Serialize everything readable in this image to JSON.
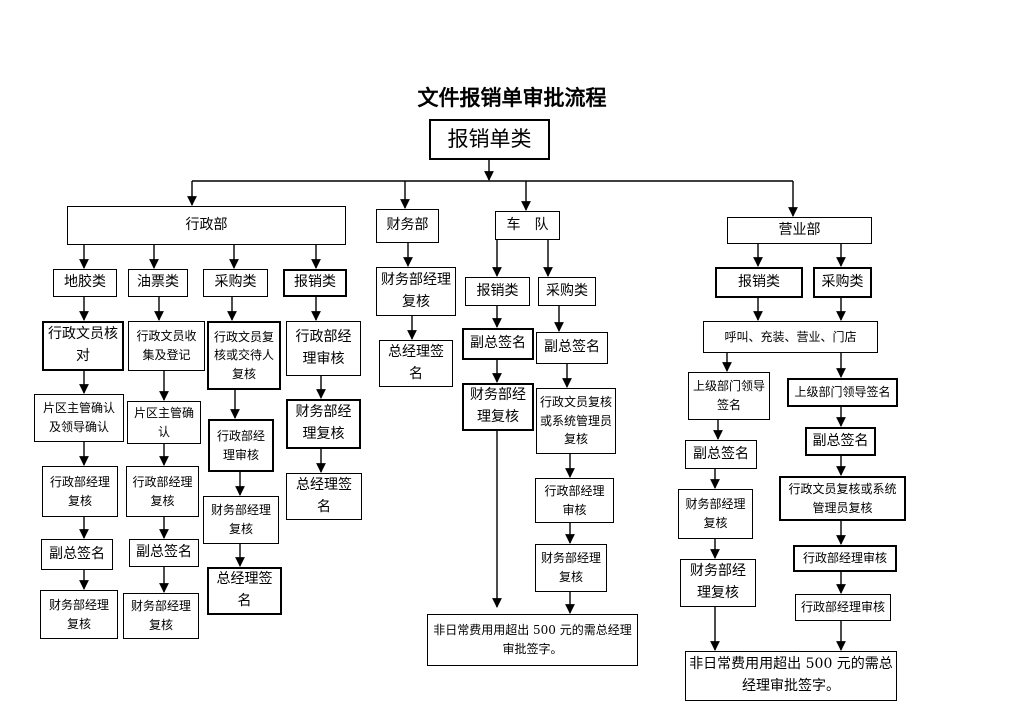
{
  "title": "文件报销单审批流程",
  "root": "报销单类",
  "depts": {
    "admin": "行政部",
    "finance": "财务部",
    "fleet": "车　队",
    "sales": "营业部"
  },
  "admin": {
    "c1": {
      "head": "地胶类",
      "s1": "行政文员核对",
      "s2": "片区主管确认及领导确认",
      "s3": "行政部经理复核",
      "s4": "副总签名",
      "s5": "财务部经理复核"
    },
    "c2": {
      "head": "油票类",
      "s1": "行政文员收集及登记",
      "s2": "片区主管确认",
      "s3": "行政部经理复核",
      "s4": "副总签名",
      "s5": "财务部经理复核"
    },
    "c3": {
      "head": "采购类",
      "s1": "行政文员复核或交待人复核",
      "s2": "行政部经理审核",
      "s3": "财务部经理复核",
      "s4": "总经理签名"
    },
    "c4": {
      "head": "报销类",
      "s1": "行政部经理审核",
      "s2": "财务部经理复核",
      "s3": "总经理签名"
    }
  },
  "finance": {
    "s1": "财务部经理复核",
    "s2": "总经理签名"
  },
  "fleet": {
    "c1": {
      "head": "报销类",
      "s1": "副总签名",
      "s2": "财务部经理复核"
    },
    "c2": {
      "head": "采购类",
      "s1": "副总签名",
      "s2": "行政文员复核或系统管理员复核",
      "s3": "行政部经理审核",
      "s4": "财务部经理复核"
    },
    "note": "非日常费用用超出 500 元的需总经理审批签字。"
  },
  "sales": {
    "c1": {
      "head": "报销类"
    },
    "c2": {
      "head": "采购类"
    },
    "merge": "呼叫、充装、营业、门店",
    "left": {
      "s1": "上级部门领导签名",
      "s2": "副总签名",
      "s3": "财务部经理复核",
      "s4": "财务部经理复核"
    },
    "right": {
      "s1": "上级部门领导签名",
      "s2": "副总签名",
      "s3": "行政文员复核或系统管理员复核",
      "s4": "行政部经理审核",
      "s5": "行政部经理审核"
    },
    "note": "非日常费用用超出 500 元的需总经理审批签字。"
  }
}
